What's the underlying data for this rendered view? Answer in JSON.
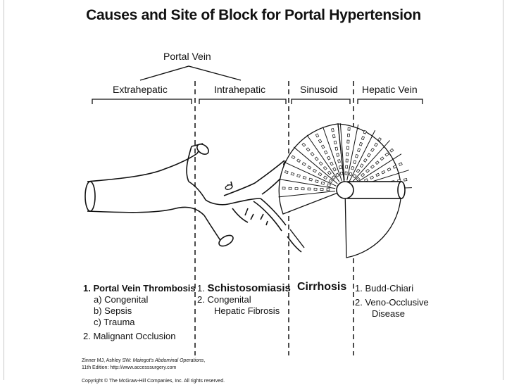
{
  "title": "Causes and Site of Block for Portal Hypertension",
  "portal_vein_label": "Portal Vein",
  "headers": {
    "extrahepatic": "Extrahepatic",
    "intrahepatic": "Intrahepatic",
    "sinusoid": "Sinusoid",
    "hepatic_vein": "Hepatic Vein"
  },
  "extrahepatic_causes": {
    "item1": "1. Portal Vein Thrombosis",
    "a": "a) Congenital",
    "b": "b) Sepsis",
    "c": "c) Trauma",
    "item2": "2. Malignant Occlusion"
  },
  "intrahepatic_causes": {
    "item1_num": "1.",
    "item1": "Schistosomiasis",
    "item2_line1": "2. Congenital",
    "item2_line2": "Hepatic Fibrosis"
  },
  "sinusoid_causes": {
    "item1": "Cirrhosis"
  },
  "hepatic_vein_causes": {
    "item1": "1. Budd-Chiari",
    "item2_line1": "2. Veno-Occlusive",
    "item2_line2": "Disease"
  },
  "credit": {
    "authors": "Zinner MJ, Ashley SW:",
    "book": "Maingot's Abdominal Operations",
    "edition": "11th Edition: http://www.accesssurgery.com",
    "copyright": "Copyright © The McGraw-Hill Companies, Inc. All rights reserved."
  },
  "colors": {
    "ink": "#111111",
    "frame": "#c8c8c8",
    "background": "#ffffff"
  }
}
